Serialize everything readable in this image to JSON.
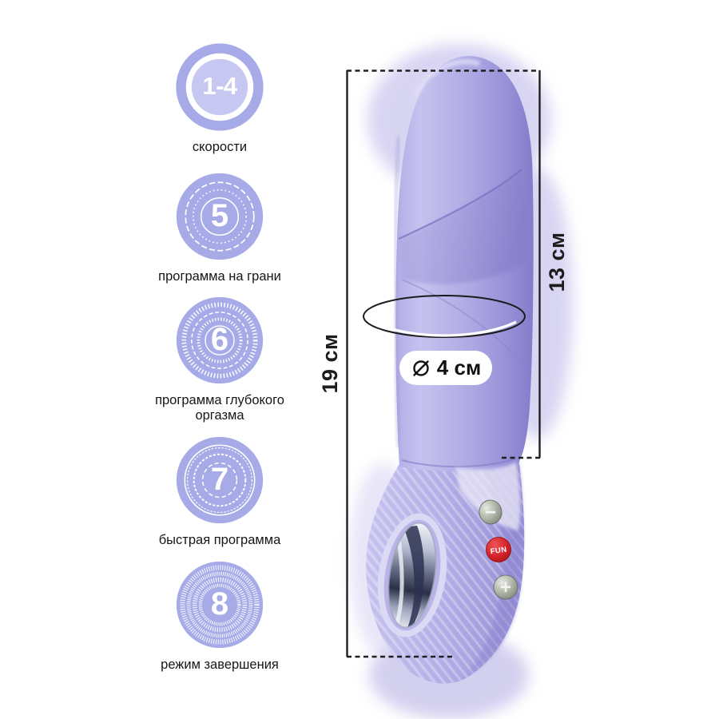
{
  "features": {
    "items": [
      {
        "number": "1-4",
        "label": "скорости"
      },
      {
        "number": "5",
        "label": "программа на грани"
      },
      {
        "number": "6",
        "label": "программа глубокого оргазма"
      },
      {
        "number": "7",
        "label": "быстрая программа"
      },
      {
        "number": "8",
        "label": "режим завершения"
      }
    ],
    "ring_color": "#a6abe8",
    "inner_color": "#c6c8f2",
    "number_color": "#ffffff",
    "label_color": "#161616"
  },
  "measurements": {
    "total_length": "19 см",
    "insertable_length": "13 см",
    "diameter": "4 см",
    "diameter_symbol": "⌀",
    "line_color": "#1f1f1f"
  },
  "product": {
    "fun_button": "FUN",
    "minus_button": "−",
    "plus_button": "+",
    "body_color_light": "#c6c2ef",
    "body_color_mid": "#aca6e3",
    "body_color_dark": "#847cc9",
    "fun_button_color": "#cf2026"
  }
}
